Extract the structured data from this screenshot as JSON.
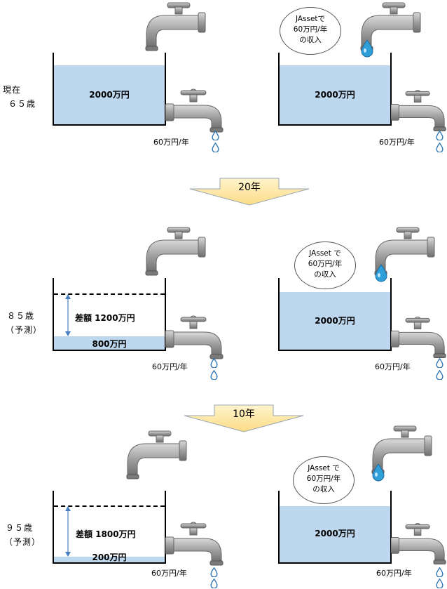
{
  "panels": {
    "row1": {
      "side_label_line1": "現在",
      "side_label_line2": "６５歳",
      "left_amount": "2000万円",
      "right_amount": "2000万円",
      "left_rate": "60万円/年",
      "right_rate": "60万円/年",
      "bubble_line1": "JAssetで",
      "bubble_line2": "60万円/年",
      "bubble_line3": "の収入"
    },
    "arrow1": "20年",
    "row2": {
      "side_label_line1": "８５歳",
      "side_label_line2": "（予測）",
      "left_amount": "800万円",
      "left_diff": "差額 1200万円",
      "right_amount": "2000万円",
      "left_rate": "60万円/年",
      "right_rate": "60万円/年",
      "bubble_line1": "JAsset で",
      "bubble_line2": "60万円/年",
      "bubble_line3": "の収入"
    },
    "arrow2": "10年",
    "row3": {
      "side_label_line1": "９５歳",
      "side_label_line2": "（予測）",
      "left_amount": "200万円",
      "left_diff": "差額 1800万円",
      "right_amount": "2000万円",
      "left_rate": "60万円/年",
      "right_rate": "60万円/年",
      "bubble_line1": "JAsset で",
      "bubble_line2": "60万円/年",
      "bubble_line3": "の収入"
    }
  },
  "colors": {
    "water": "#bdd7ee",
    "drop": "#2e9fd8",
    "banner": "#fde9a8",
    "faucet": "#a6a6a6",
    "diff_arrow": "#4a7fbf"
  }
}
